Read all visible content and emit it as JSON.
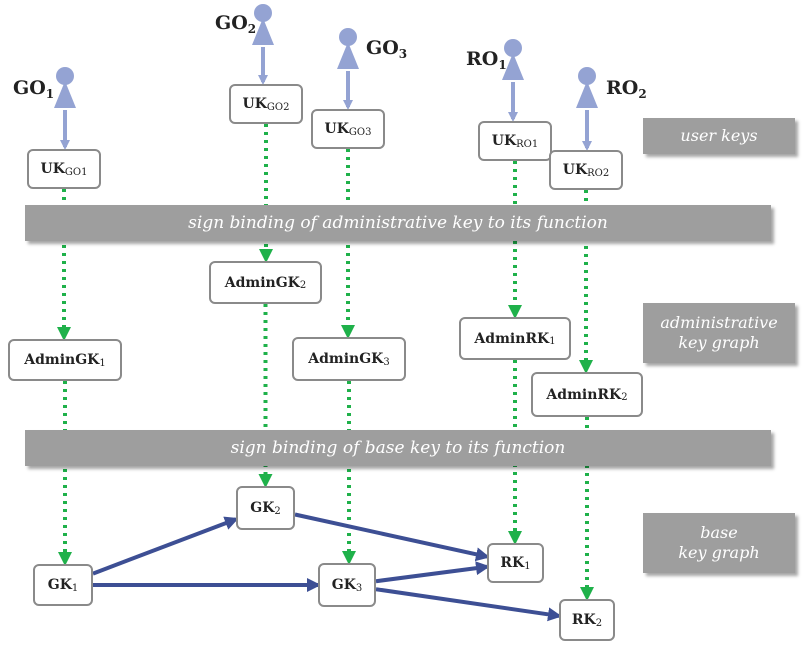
{
  "title": "",
  "banners": {
    "admin_binding": "sign binding of administrative key to its function",
    "base_binding": "sign binding of base key to its function"
  },
  "side_labels": {
    "user_keys": "user keys",
    "admin_graph_line1": "administrative",
    "admin_graph_line2": "key graph",
    "base_graph_line1": "base",
    "base_graph_line2": "key graph"
  },
  "owners": [
    {
      "id": "go1",
      "base": "GO",
      "sub": "1"
    },
    {
      "id": "go2",
      "base": "GO",
      "sub": "2"
    },
    {
      "id": "go3",
      "base": "GO",
      "sub": "3"
    },
    {
      "id": "ro1",
      "base": "RO",
      "sub": "1"
    },
    {
      "id": "ro2",
      "base": "RO",
      "sub": "2"
    }
  ],
  "user_keys": [
    {
      "id": "uk_go1",
      "base": "UK",
      "sub": "GO1"
    },
    {
      "id": "uk_go2",
      "base": "UK",
      "sub": "GO2"
    },
    {
      "id": "uk_go3",
      "base": "UK",
      "sub": "GO3"
    },
    {
      "id": "uk_ro1",
      "base": "UK",
      "sub": "RO1"
    },
    {
      "id": "uk_ro2",
      "base": "UK",
      "sub": "RO2"
    }
  ],
  "admin_keys": [
    {
      "id": "admin_gk1",
      "base": "AdminGK",
      "sub": "1"
    },
    {
      "id": "admin_gk2",
      "base": "AdminGK",
      "sub": "2"
    },
    {
      "id": "admin_gk3",
      "base": "AdminGK",
      "sub": "3"
    },
    {
      "id": "admin_rk1",
      "base": "AdminRK",
      "sub": "1"
    },
    {
      "id": "admin_rk2",
      "base": "AdminRK",
      "sub": "2"
    }
  ],
  "base_keys": [
    {
      "id": "gk1",
      "base": "GK",
      "sub": "1"
    },
    {
      "id": "gk2",
      "base": "GK",
      "sub": "2"
    },
    {
      "id": "gk3",
      "base": "GK",
      "sub": "3"
    },
    {
      "id": "rk1",
      "base": "RK",
      "sub": "1"
    },
    {
      "id": "rk2",
      "base": "RK",
      "sub": "2"
    }
  ],
  "edges": [
    {
      "from": "go1",
      "to": "uk_go1",
      "kind": "user"
    },
    {
      "from": "go2",
      "to": "uk_go2",
      "kind": "user"
    },
    {
      "from": "go3",
      "to": "uk_go3",
      "kind": "user"
    },
    {
      "from": "ro1",
      "to": "uk_ro1",
      "kind": "user"
    },
    {
      "from": "ro2",
      "to": "uk_ro2",
      "kind": "user"
    },
    {
      "from": "uk_go1",
      "to": "admin_gk1",
      "kind": "dotted"
    },
    {
      "from": "uk_go2",
      "to": "admin_gk2",
      "kind": "dotted"
    },
    {
      "from": "uk_go3",
      "to": "admin_gk3",
      "kind": "dotted"
    },
    {
      "from": "uk_ro1",
      "to": "admin_rk1",
      "kind": "dotted"
    },
    {
      "from": "uk_ro2",
      "to": "admin_rk2",
      "kind": "dotted"
    },
    {
      "from": "admin_gk1",
      "to": "gk1",
      "kind": "dotted"
    },
    {
      "from": "admin_gk2",
      "to": "gk2",
      "kind": "dotted"
    },
    {
      "from": "admin_gk3",
      "to": "gk3",
      "kind": "dotted"
    },
    {
      "from": "admin_rk1",
      "to": "rk1",
      "kind": "dotted"
    },
    {
      "from": "admin_rk2",
      "to": "rk2",
      "kind": "dotted"
    },
    {
      "from": "gk1",
      "to": "gk2",
      "kind": "graph"
    },
    {
      "from": "gk1",
      "to": "gk3",
      "kind": "graph"
    },
    {
      "from": "gk2",
      "to": "rk1",
      "kind": "graph"
    },
    {
      "from": "gk3",
      "to": "rk1",
      "kind": "graph"
    },
    {
      "from": "gk3",
      "to": "rk2",
      "kind": "graph"
    }
  ],
  "colors": {
    "user_edge": "#94a3d3",
    "person_icon": "#94a3d3",
    "dotted_edge": "#1fb14a",
    "graph_edge": "#3d4f94",
    "banner": "#9e9e9e"
  }
}
